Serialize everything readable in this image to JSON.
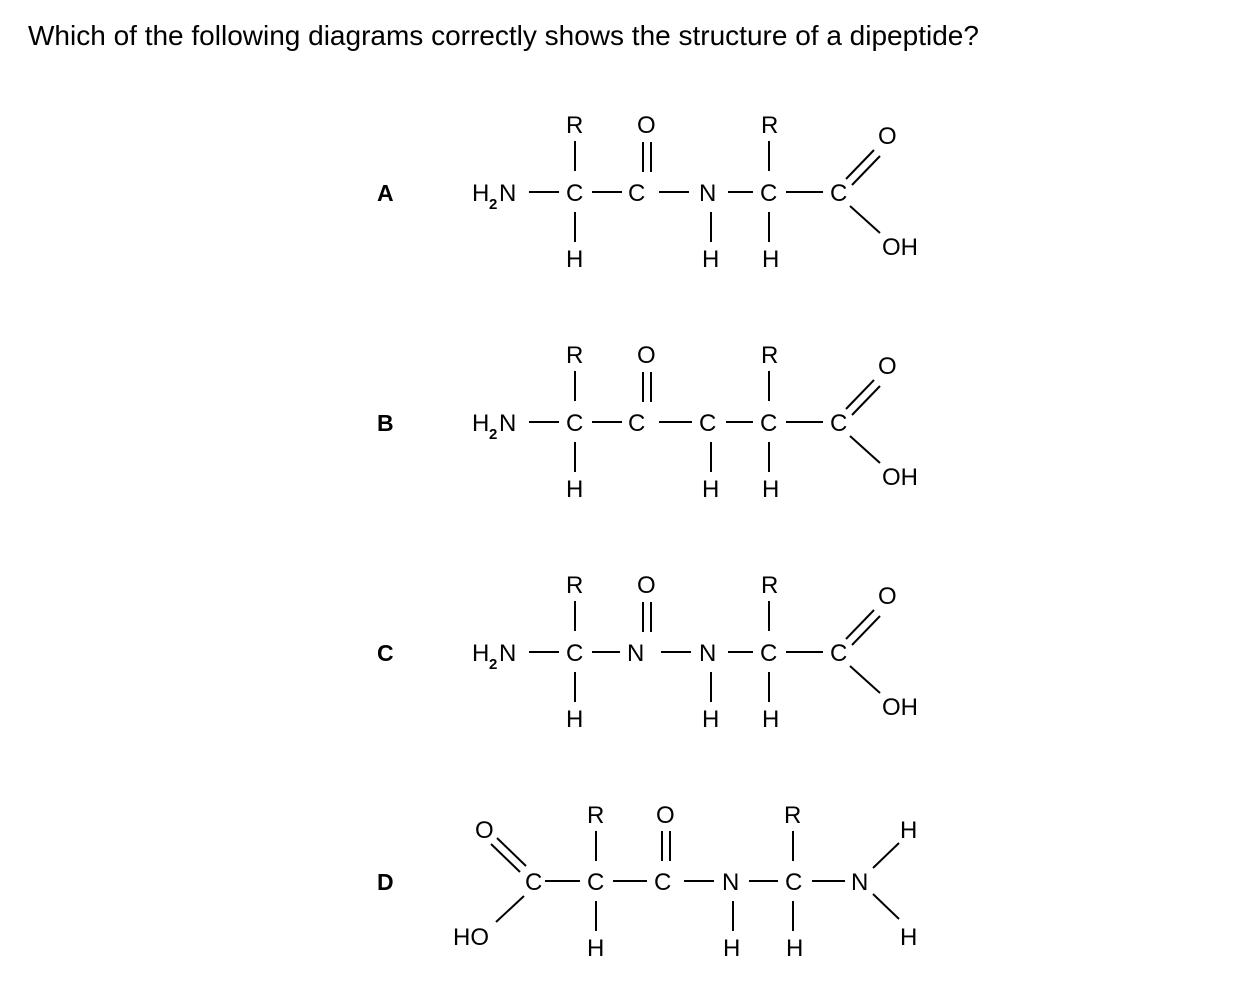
{
  "question": "Which of the following diagrams correctly shows the structure of a dipeptide?",
  "options": [
    {
      "label": "A",
      "center_atom": "N",
      "second_acid_carbon": "C"
    },
    {
      "label": "B",
      "center_atom": "C",
      "second_acid_carbon": "C"
    },
    {
      "label": "C",
      "center_atom": "N",
      "second_acid_carbon": "N"
    },
    {
      "label": "D",
      "center_atom": "N",
      "second_acid_carbon": "C"
    }
  ],
  "atoms": {
    "carbon": "C",
    "nitrogen": "N",
    "oxygen": "O",
    "hydrogen": "H",
    "r_group": "R",
    "hydroxyl": "OH",
    "hydroxyl_left": "HO",
    "amine_h": "H",
    "amine_n": "N",
    "amine_sub": "2"
  },
  "colors": {
    "text": "#000000",
    "background": "#ffffff"
  }
}
